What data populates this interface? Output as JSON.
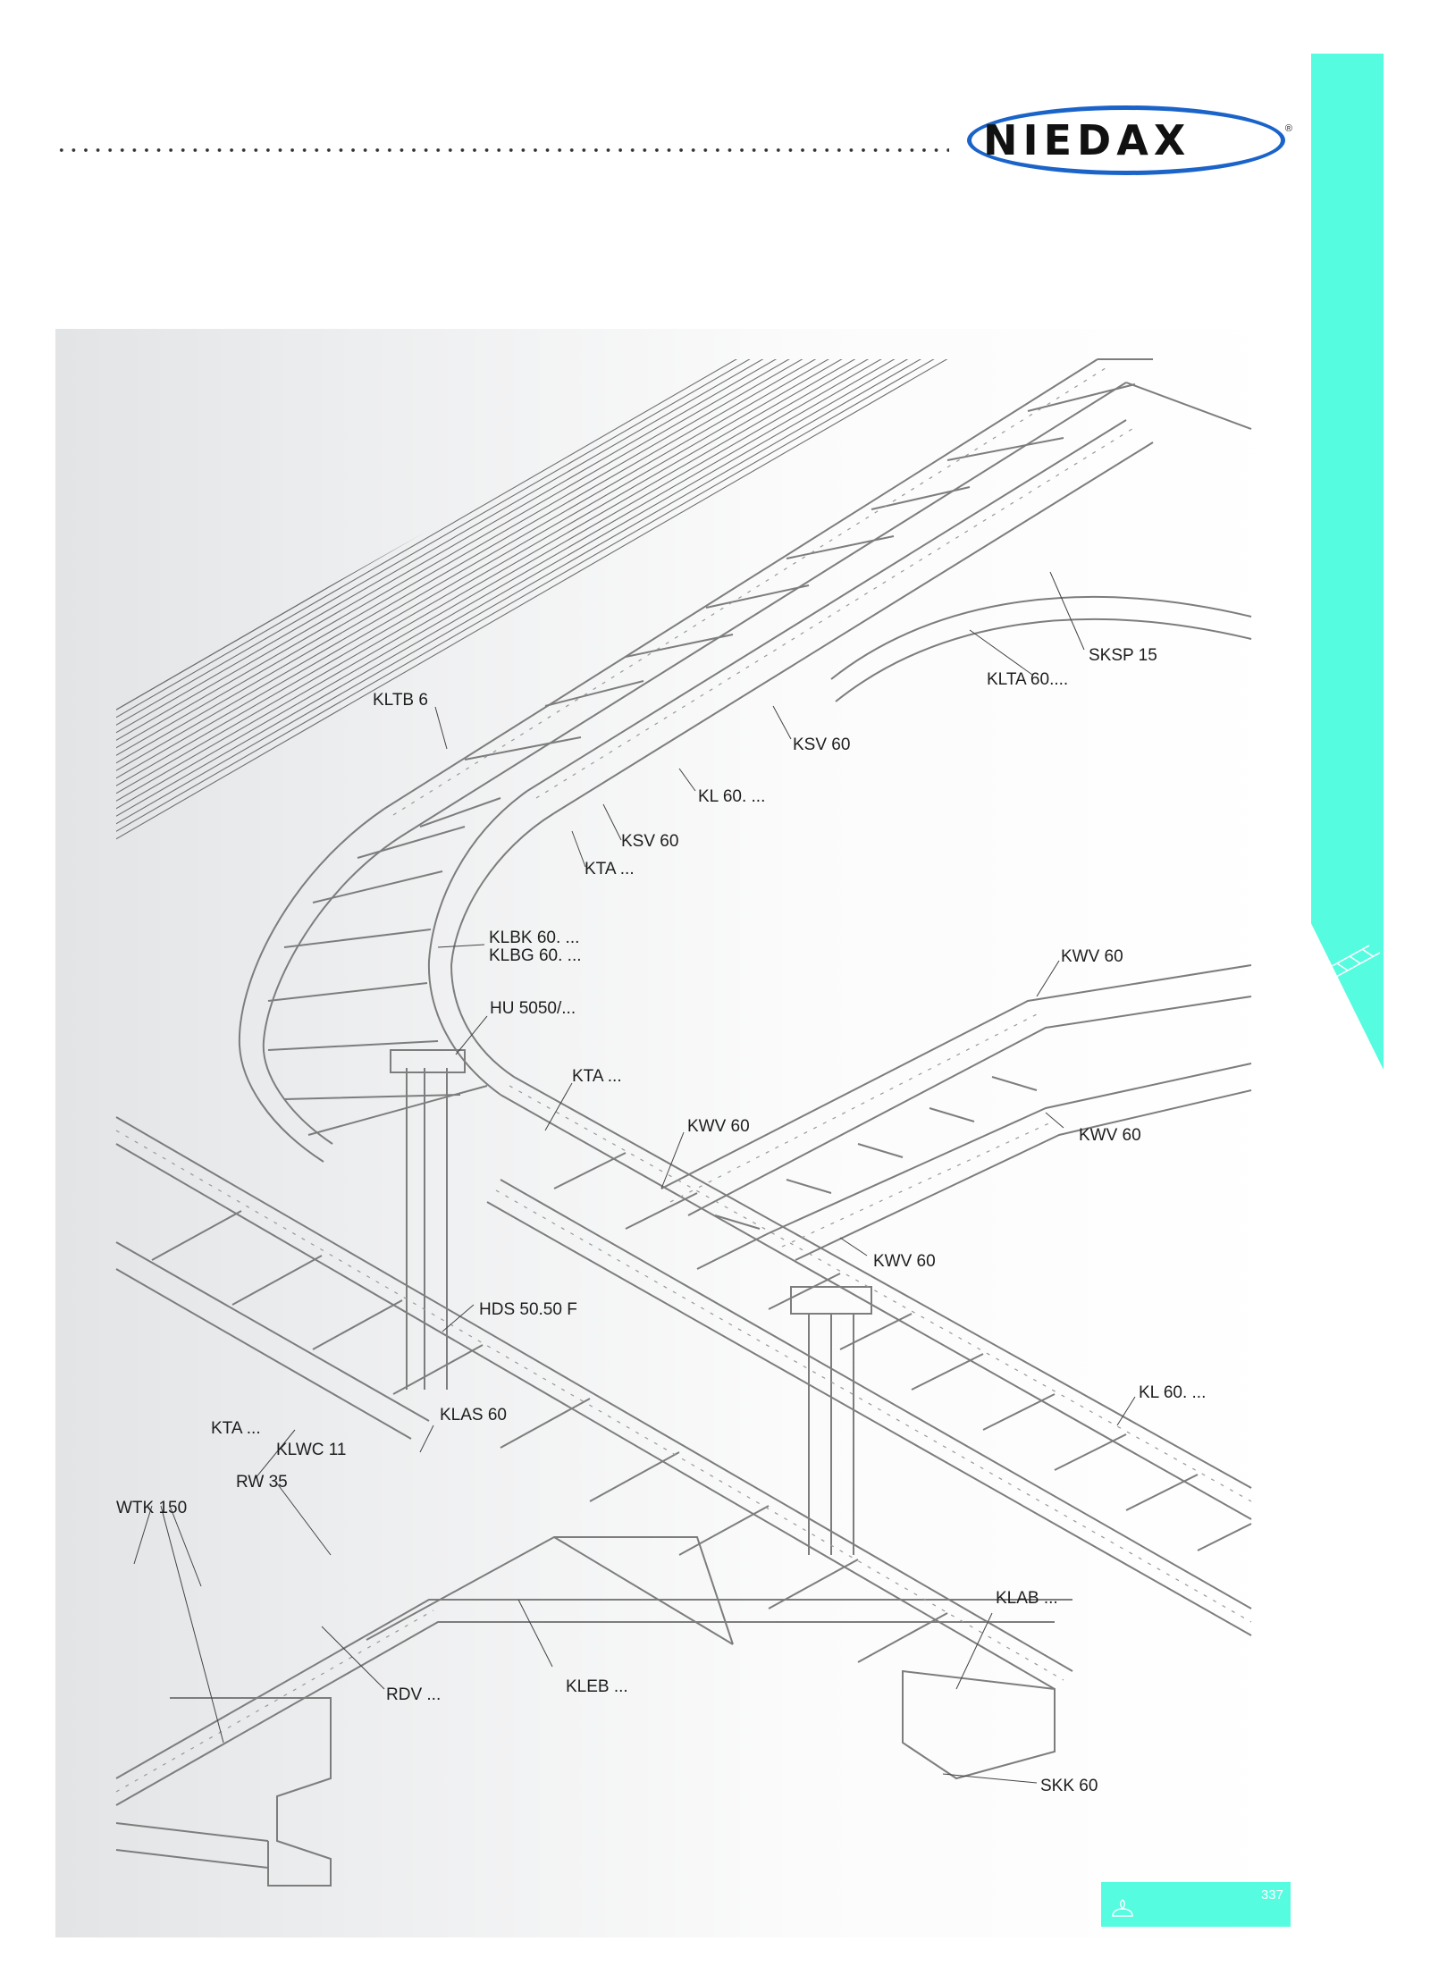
{
  "header": {
    "brand": "NIEDAX",
    "registered_mark": "®",
    "brand_color": "#1a63c9"
  },
  "side_tab": {
    "color": "#55fce0",
    "icon": "cable-ladder-icon"
  },
  "labels": {
    "kltb6": "KLTB 6",
    "sksp15": "SKSP 15",
    "klta60": "KLTA 60....",
    "ksv60_upper": "KSV 60",
    "kl60_upper": "KL 60. ...",
    "ksv60_lower": "KSV 60",
    "kta_upper": "KTA ...",
    "klbk60": "KLBK 60. ...",
    "klbg60": "KLBG 60. ...",
    "kwv60_top": "KWV 60",
    "hu5050": "HU 5050/...",
    "kta_mid": "KTA ...",
    "kwv60_mid": "KWV 60",
    "kwv60_right": "KWV 60",
    "kwv60_low": "KWV 60",
    "hds5050f": "HDS 50.50 F",
    "kl60_lower": "KL 60. ...",
    "klas60": "KLAS 60",
    "kta_left": "KTA ...",
    "klwc11": "KLWC 11",
    "rw35": "RW 35",
    "wtk150": "WTK 150",
    "klab": "KLAB ...",
    "kleb": "KLEB ...",
    "rdv": "RDV ...",
    "skk60": "SKK 60"
  },
  "footer": {
    "page_number": "337",
    "accent": "#55fce0",
    "icon": "trefoil-icon"
  }
}
